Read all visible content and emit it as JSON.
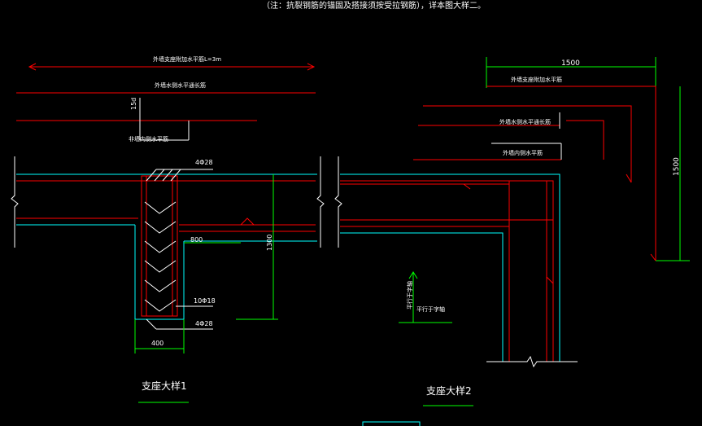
{
  "header_note": "（注：抗裂钢筋的锚固及搭接须按受拉钢筋），详本图大样二。",
  "detail1": {
    "title": "支座大样1",
    "label_top_rebar": "外墙支座附加水平筋L=3m",
    "label_mid_rebar": "外墙水侧水平通长筋",
    "label_inner_rebar": "非墙内侧水平筋",
    "label_15d": "15d",
    "label_4phi28_top": "4Φ28",
    "label_10phi18": "10Φ18",
    "label_4phi28_bottom": "4Φ28",
    "dim_800": "800",
    "dim_1300": "1300",
    "dim_400": "400"
  },
  "detail2": {
    "title": "支座大样2",
    "label_add_rebar": "外墙支座附加水平筋",
    "label_outer_rebar": "外墙水侧水平通长筋",
    "label_inner_rebar": "外墙内侧水平筋",
    "dim_1500_horizontal": "1500",
    "dim_1500_vertical": "1500",
    "label_parallel_vertical": "平行于字轴",
    "label_parallel_horizontal": "平行于字轴"
  },
  "colors": {
    "background": "#000000",
    "text": "#ffffff",
    "rebar": "#ff0000",
    "wall": "#00ffff",
    "dimension": "#00ff00",
    "break_line": "#ffffff",
    "title_underline": "#00ff00"
  }
}
